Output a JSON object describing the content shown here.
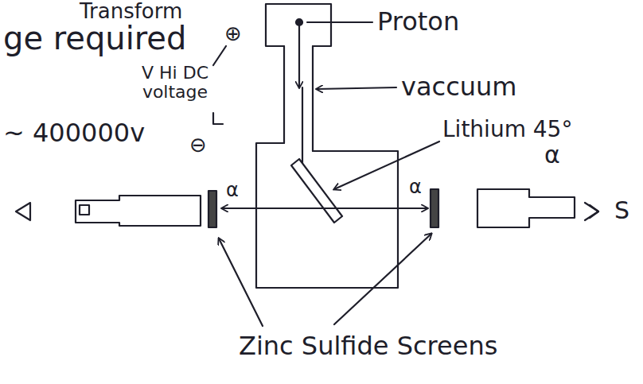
{
  "diagram": {
    "labels": [
      "Transform",
      "ge required",
      "⊕",
      "Proton",
      "V Hi DC voltage",
      "~ 400000v",
      "⊖",
      "vaccuum",
      "Lithium 45°",
      "α",
      "α",
      "α",
      "S",
      "Zinc Sulfide Screens"
    ]
  }
}
